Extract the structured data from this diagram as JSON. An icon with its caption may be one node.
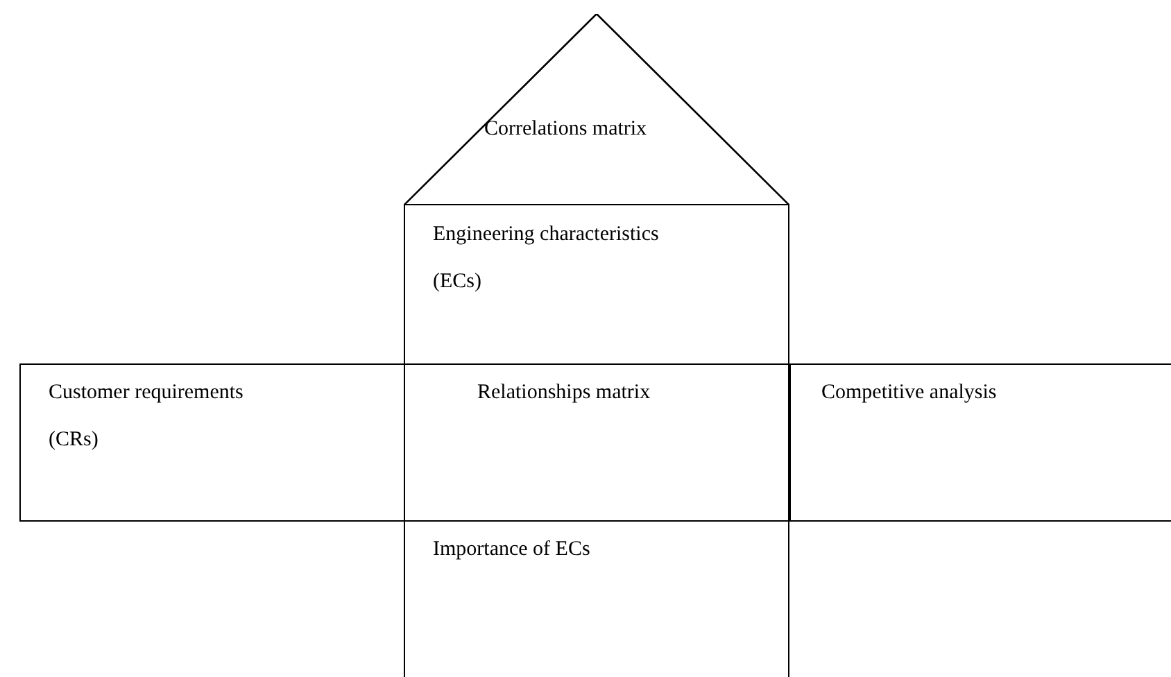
{
  "diagram": {
    "nodes": [
      {
        "text": [
          "Correlations matrix"
        ]
      },
      {
        "text": [
          "Engineering characteristics (ECs)"
        ]
      },
      {
        "text": [
          "Customer requirements (CRs)"
        ]
      },
      {
        "text": [
          "Relationships matrix"
        ]
      },
      {
        "text": [
          "Competitive analysis"
        ]
      },
      {
        "text": [
          "Importance of ECs"
        ]
      }
    ]
  }
}
